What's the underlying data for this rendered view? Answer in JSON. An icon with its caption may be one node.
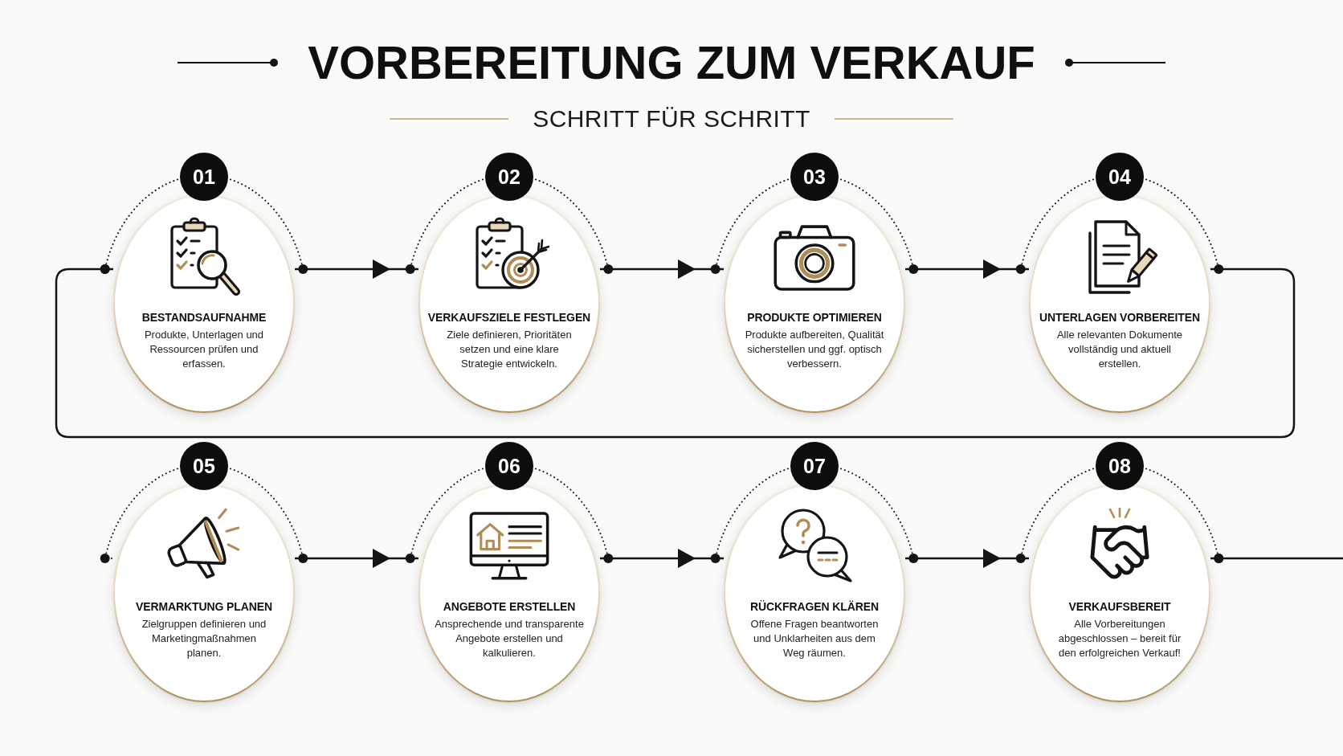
{
  "diagram": {
    "title": "VORBEREITUNG ZUM VERKAUF",
    "nodes": [
      {
        "text": [
          "01"
        ]
      },
      {
        "text": [
          "BESTANDSAUFNAHME",
          "Produkte, Unterlagen und Ressourcen prüfen und erfassen."
        ]
      },
      {
        "text": [
          "02"
        ]
      },
      {
        "text": [
          "VERKAUFSZIELE FESTLEGEN",
          "Ziele definieren, Prioritäten setzen und eine klare Strategie entwickeln."
        ]
      },
      {
        "text": [
          "03"
        ]
      },
      {
        "text": [
          "PRODUKTE OPTIMIEREN",
          "Produkte aufbereiten, Qualität sicherstellen und ggf. optisch verbessern."
        ]
      },
      {
        "text": [
          "04"
        ]
      },
      {
        "text": [
          "UNTERLAGEN VORBEREITEN",
          "Alle relevanten Dokumente vollständig und aktuell erstellen."
        ]
      },
      {
        "text": [
          "05"
        ]
      },
      {
        "text": [
          "VERMARKTUNG PLANEN",
          "Zielgruppen definieren und Marketingmaßnahmen planen."
        ]
      },
      {
        "text": [
          "06"
        ]
      },
      {
        "text": [
          "ANGEBOTE ERSTELLEN",
          "Ansprechende und transparente Angebote erstellen und kalkulieren."
        ]
      },
      {
        "text": [
          "07"
        ]
      },
      {
        "text": [
          "RÜCKFRAGEN KLÄREN",
          "Offene Fragen beantworten und Unklarheiten aus dem Weg räumen."
        ]
      },
      {
        "text": [
          "08"
        ]
      },
      {
        "text": [
          "VERKAUFSBEREIT",
          "Alle Vorbereitungen abgeschlossen – bereit für den erfolgreichen Verkauf!"
        ]
      }
    ],
    "edges": [
      {
        "from": 1,
        "to": 3,
        "arrow": "to"
      },
      {
        "from": 3,
        "to": 5,
        "arrow": "to"
      },
      {
        "from": 5,
        "to": 7,
        "arrow": "to"
      },
      {
        "from": 7,
        "to": 1,
        "arrow": "other"
      },
      {
        "from": 9,
        "to": 11,
        "arrow": "to"
      },
      {
        "from": 11,
        "to": 13,
        "arrow": "to"
      },
      {
        "from": 13,
        "to": 15,
        "arrow": "to"
      },
      {
        "from": null,
        "to": 15,
        "arrow": "other"
      },
      {
        "from": 0,
        "to": 1,
        "arrow": "other",
        "style": "dashed"
      },
      {
        "from": 0,
        "to": 1,
        "arrow": "other",
        "style": "dashed"
      },
      {
        "from": 2,
        "to": 3,
        "arrow": "other",
        "style": "dashed"
      },
      {
        "from": 2,
        "to": 3,
        "arrow": "other",
        "style": "dashed"
      },
      {
        "from": 4,
        "to": 5,
        "arrow": "other",
        "style": "dashed"
      },
      {
        "from": 4,
        "to": 5,
        "arrow": "other",
        "style": "dashed"
      },
      {
        "from": 6,
        "to": 7,
        "arrow": "other",
        "style": "dashed"
      },
      {
        "from": 6,
        "to": 7,
        "arrow": "other",
        "style": "dashed"
      },
      {
        "from": 8,
        "to": 9,
        "arrow": "other",
        "style": "dashed"
      },
      {
        "from": 8,
        "to": 9,
        "arrow": "other",
        "style": "dashed"
      },
      {
        "from": 10,
        "to": 11,
        "arrow": "other",
        "style": "dashed"
      },
      {
        "from": 10,
        "to": 11,
        "arrow": "other",
        "style": "dashed"
      },
      {
        "from": 12,
        "to": 13,
        "arrow": "other",
        "style": "dashed"
      },
      {
        "from": 12,
        "to": 13,
        "arrow": "other",
        "style": "dashed"
      },
      {
        "from": 14,
        "to": 15,
        "arrow": "other",
        "style": "dashed"
      },
      {
        "from": 14,
        "to": 15,
        "arrow": "other",
        "style": "dashed"
      }
    ],
    "labels": [
      "SCHRITT FÜR SCHRITT"
    ]
  }
}
